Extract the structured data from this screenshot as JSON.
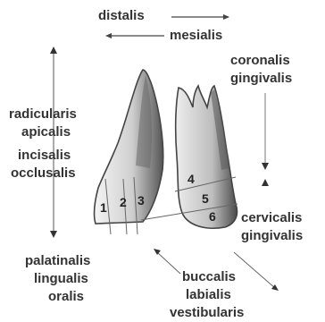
{
  "labels": {
    "distalis": "distalis",
    "mesialis": "mesialis",
    "coronalis": "coronalis",
    "gingivalis_top": "gingivalis",
    "radicularis": "radicularis",
    "apicalis": "apicalis",
    "incisalis": "incisalis",
    "occlusalis": "occlusalis",
    "cervicalis": "cervicalis",
    "gingivalis_bottom": "gingivalis",
    "palatinalis": "palatinalis",
    "lingualis": "lingualis",
    "oralis": "oralis",
    "buccalis": "buccalis",
    "labialis": "labialis",
    "vestibularis": "vestibularis"
  },
  "sections": [
    "1",
    "2",
    "3",
    "4",
    "5",
    "6"
  ],
  "colors": {
    "text": "#333333",
    "stroke": "#444444",
    "background": "#ffffff"
  }
}
